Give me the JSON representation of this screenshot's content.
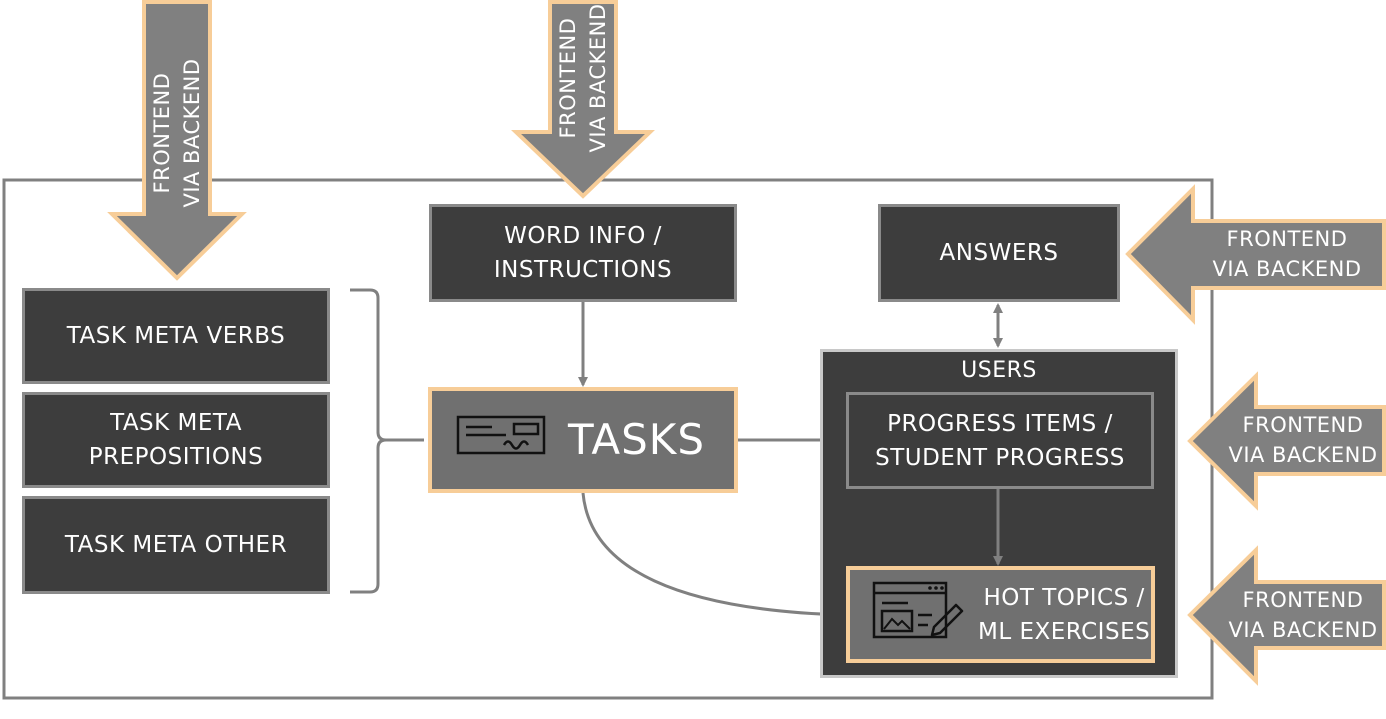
{
  "arrows": {
    "top_left": {
      "line1": "FRONTEND",
      "line2": "VIA BACKEND"
    },
    "top_mid": {
      "line1": "FRONTEND",
      "line2": "VIA BACKEND"
    },
    "right_answers": {
      "line1": "FRONTEND",
      "line2": "VIA BACKEND"
    },
    "right_progress": {
      "line1": "FRONTEND",
      "line2": "VIA BACKEND"
    },
    "right_hot": {
      "line1": "FRONTEND",
      "line2": "VIA BACKEND"
    }
  },
  "boxes": {
    "word_info": {
      "line1": "WORD INFO /",
      "line2": "INSTRUCTIONS"
    },
    "answers": {
      "label": "ANSWERS"
    },
    "users": {
      "label": "USERS"
    },
    "tasks": {
      "label": "TASKS"
    },
    "progress": {
      "line1": "PROGRESS ITEMS /",
      "line2": "STUDENT PROGRESS"
    },
    "hot_topics": {
      "line1": "HOT TOPICS /",
      "line2": "ML EXERCISES"
    },
    "meta_verbs": {
      "label": "TASK META VERBS"
    },
    "meta_preps": {
      "line1": "TASK META",
      "line2": "PREPOSITIONS"
    },
    "meta_other": {
      "label": "TASK META OTHER"
    }
  },
  "icons": {
    "tasks": "check-icon",
    "hot_topics": "web-exercise-icon"
  },
  "colors": {
    "box_dark": "#3d3d3d",
    "box_mid": "#707070",
    "border_gray": "#8a8a8a",
    "highlight": "#f7cd98",
    "arrow_fill": "#808080",
    "connector": "#808080"
  }
}
